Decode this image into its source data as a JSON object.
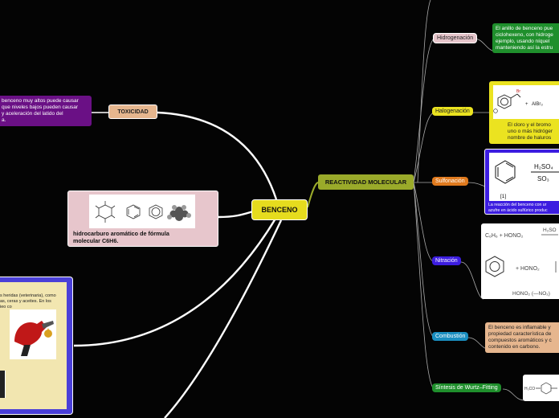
{
  "central": {
    "label": "BENCENO"
  },
  "main_branch": {
    "label": "REACTIVIDAD MOLECULAR"
  },
  "toxicity": {
    "label": "TOXICIDAD",
    "text": [
      "benceno muy altos puede causar",
      "que niveles bajos pueden causar",
      "y aceleración del latido del",
      "a."
    ]
  },
  "formula": {
    "text": [
      "hidrocarburo aromático de fórmula",
      "molecular C6H6."
    ]
  },
  "usage": {
    "text": [
      "s heridas (veterinaria), como",
      "as, ceras y aceites. En los",
      "ieo co"
    ]
  },
  "reactions": [
    {
      "label": "Hidrogenación",
      "text": [
        "El anillo de benceno pue",
        "ciclohexeno, con hidroge",
        "ejemplo, usando níquel",
        "manteniendo así la estru"
      ]
    },
    {
      "label": "Halogenación",
      "text": [
        "El cloro y el bromo",
        "uno o más hidróger",
        "nombre de haluros"
      ],
      "image_labels": [
        "Br",
        "AlBr₃"
      ]
    },
    {
      "label": "Sulfonación",
      "text": [
        "La reacción del benceno con ur",
        "azufre en ácido sulfúrico produc"
      ],
      "image_labels": [
        "H₂SO₄",
        "SO₃",
        "[1]"
      ]
    },
    {
      "label": "Nitración",
      "image_labels": [
        "C₆H₆ + HONO₂",
        "H₂SO",
        "+ HONO₂",
        "HONO₂ (—NO₂)"
      ]
    },
    {
      "label": "Combustión",
      "text": [
        "El benceno es inflamable y",
        "propiedad característica de",
        "compuestos aromáticos y c",
        "contenido en carbono."
      ]
    },
    {
      "label": "Síntesis de Wurtz–Fitting",
      "image_labels": [
        "H₃CO"
      ]
    }
  ],
  "colors": {
    "central": "#e6dc1e",
    "main_branch": "#9aaa2a",
    "toxicity": "#e6b68e",
    "formula": "#e7c6cc",
    "purple": "#6a1085",
    "usage": "#f2e6b0",
    "usage_border": "#4a3fd8",
    "hydrogenation": "#e7c6cc",
    "halogenation": "#ebe320",
    "sulfonation": "#e07a1e",
    "sulfonation_box": "#3c1de0",
    "nitration": "#3c1de0",
    "combustion": "#1a8ec0",
    "combustion_box": "#e6b68e",
    "wurtz": "#1f8f2c",
    "green_box": "#1f8f2c"
  }
}
